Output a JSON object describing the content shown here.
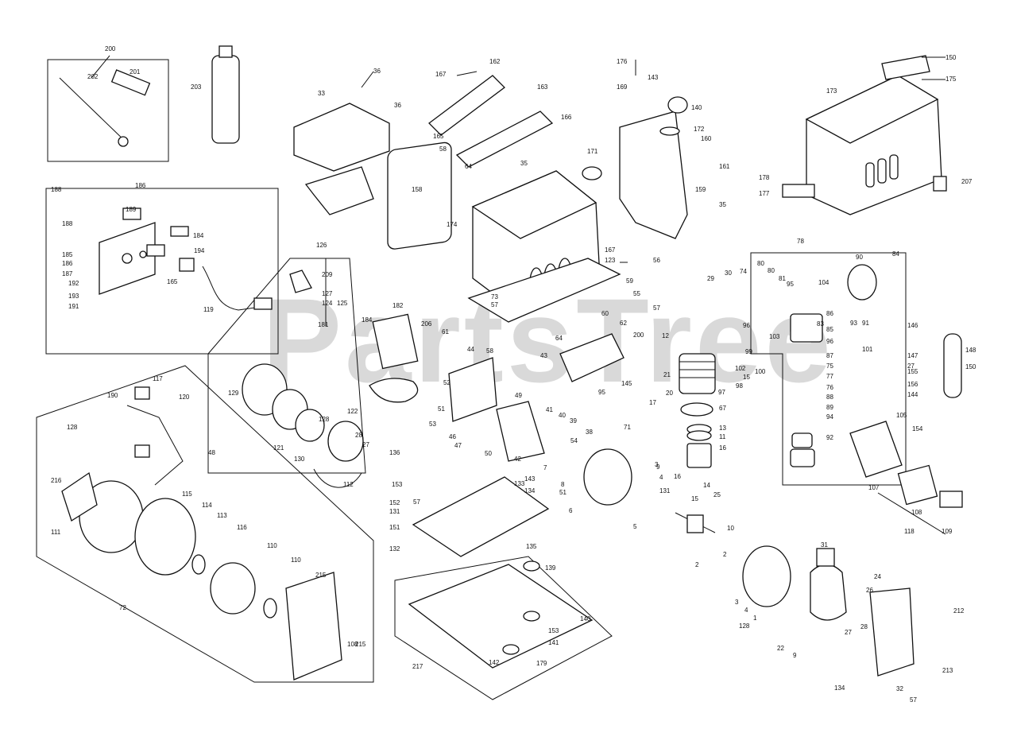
{
  "watermark": {
    "main": "PartsTree",
    "trademark": "™"
  },
  "labels": [
    "200",
    "202",
    "201",
    "203",
    "36",
    "33",
    "36",
    "162",
    "167",
    "163",
    "165",
    "166",
    "58",
    "64",
    "176",
    "169",
    "143",
    "140",
    "172",
    "160",
    "171",
    "161",
    "159",
    "35",
    "158",
    "174",
    "73",
    "57",
    "167",
    "123",
    "35",
    "150",
    "175",
    "173",
    "207",
    "178",
    "177",
    "188",
    "186",
    "189",
    "188",
    "184",
    "185",
    "186",
    "187",
    "165",
    "194",
    "192",
    "193",
    "191",
    "119",
    "126",
    "209",
    "127",
    "124",
    "125",
    "181",
    "182",
    "184",
    "206",
    "64",
    "43",
    "44",
    "58",
    "61",
    "60",
    "55",
    "59",
    "56",
    "57",
    "62",
    "200",
    "29",
    "30",
    "74",
    "78",
    "80",
    "80",
    "81",
    "95",
    "104",
    "90",
    "84",
    "86",
    "85",
    "96",
    "83",
    "87",
    "75",
    "77",
    "76",
    "88",
    "89",
    "94",
    "92",
    "93",
    "91",
    "101",
    "103",
    "96",
    "99",
    "102",
    "100",
    "97",
    "98",
    "15",
    "12",
    "13",
    "11",
    "16",
    "21",
    "20",
    "17",
    "67",
    "95",
    "71",
    "145",
    "146",
    "147",
    "27",
    "156",
    "144",
    "148",
    "150",
    "155",
    "154",
    "105",
    "107",
    "108",
    "109",
    "118",
    "117",
    "190",
    "120",
    "129",
    "128",
    "122",
    "121",
    "130",
    "28",
    "27",
    "136",
    "112",
    "128",
    "48",
    "49",
    "46",
    "47",
    "50",
    "51",
    "53",
    "52",
    "42",
    "41",
    "40",
    "39",
    "38",
    "54",
    "7",
    "8",
    "51",
    "6",
    "5",
    "9",
    "16",
    "15",
    "14",
    "25",
    "10",
    "2",
    "3",
    "4",
    "131",
    "57",
    "153",
    "152",
    "131",
    "151",
    "132",
    "135",
    "134",
    "133",
    "143",
    "139",
    "140",
    "153",
    "141",
    "142",
    "179",
    "217",
    "216",
    "111",
    "115",
    "114",
    "113",
    "116",
    "110",
    "110",
    "215",
    "215",
    "108",
    "72",
    "31",
    "24",
    "26",
    "27",
    "28",
    "22",
    "9",
    "2",
    "3",
    "4",
    "1",
    "128",
    "212",
    "213",
    "32",
    "57",
    "134"
  ]
}
